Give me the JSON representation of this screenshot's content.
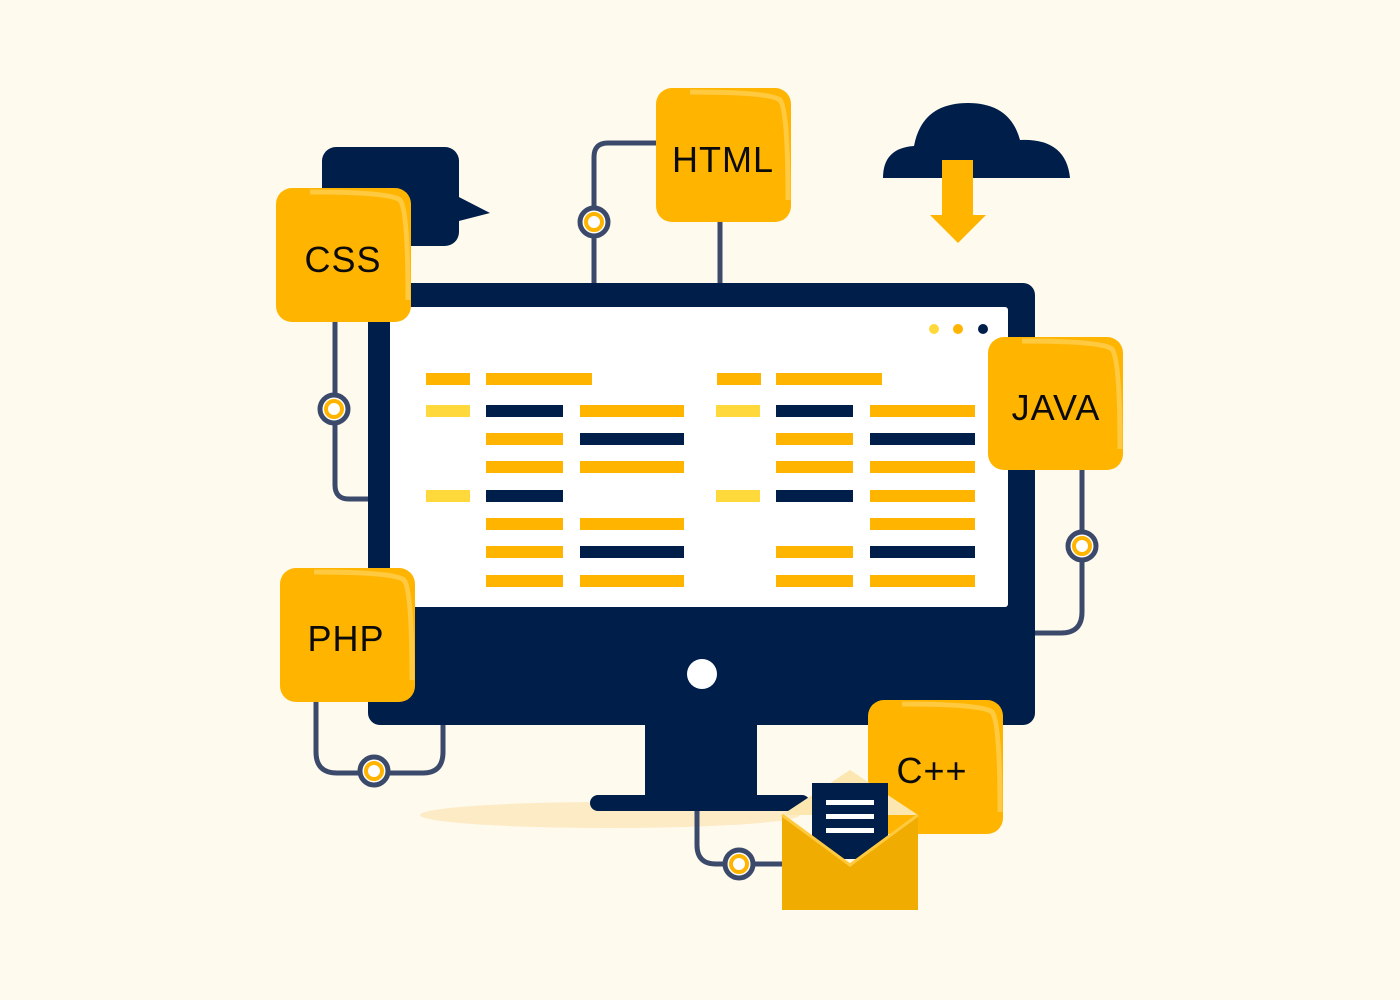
{
  "tiles": {
    "html": "HTML",
    "css": "CSS",
    "java": "JAVA",
    "php": "PHP",
    "cpp": "C++"
  },
  "colors": {
    "background": "#fffaee",
    "navy": "#001e4a",
    "yellow": "#ffb400",
    "light_yellow": "#ffd93b",
    "connector": "#3b4a6b"
  },
  "icons": [
    "chat-bubble-icon",
    "cloud-download-icon",
    "envelope-icon",
    "monitor-icon"
  ]
}
